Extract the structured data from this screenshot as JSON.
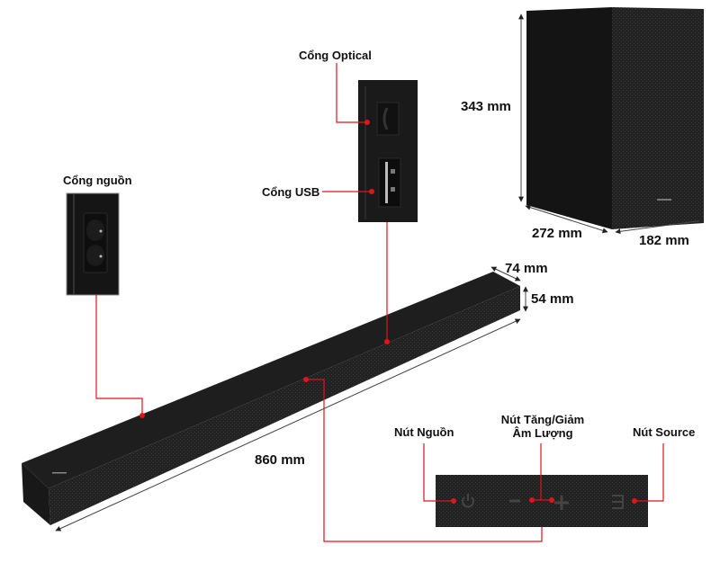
{
  "colors": {
    "accent": "#e3131b",
    "device": "#1c1c1c",
    "text": "#111111"
  },
  "soundbar": {
    "length": "860 mm",
    "depth": "74 mm",
    "height": "54 mm"
  },
  "subwoofer": {
    "height": "343 mm",
    "depth": "272 mm",
    "width": "182 mm"
  },
  "callouts": {
    "power_port": "Cổng nguồn",
    "optical_port": "Cổng Optical",
    "usb_port": "Cổng USB",
    "power_button": "Nút Nguồn",
    "volume_button_line1": "Nút Tăng/Giảm",
    "volume_button_line2": "Âm Lượng",
    "source_button": "Nút Source"
  }
}
